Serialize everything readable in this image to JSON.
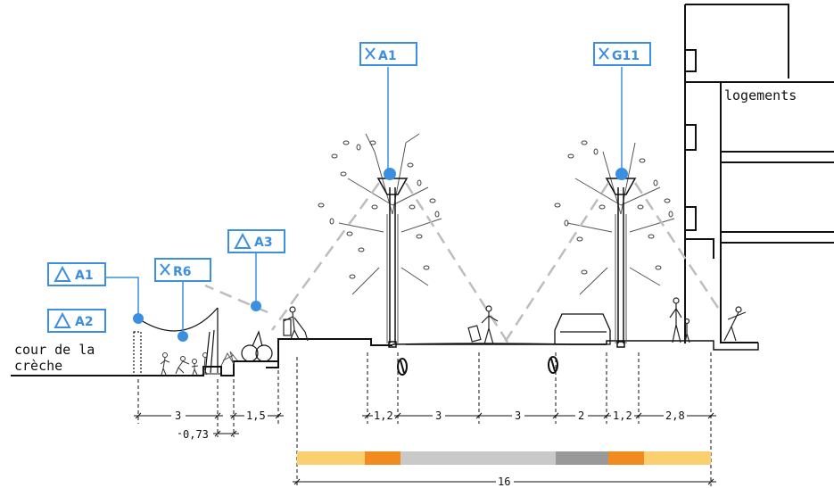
{
  "colors": {
    "accent": "#3b8fe0",
    "segment_yellow": "#f9cf6f",
    "segment_orange": "#f18a1f",
    "segment_grey_light": "#c9c9c9",
    "segment_grey_dark": "#999999"
  },
  "labels": {
    "courtyard": [
      "cour de la",
      "crèche"
    ],
    "housing": "logements"
  },
  "markers": [
    {
      "id": "A1_left",
      "symbol": "triangle",
      "text": "A1"
    },
    {
      "id": "A2",
      "symbol": "triangle",
      "text": "A2"
    },
    {
      "id": "R6",
      "symbol": "cross",
      "text": "R6"
    },
    {
      "id": "A3",
      "symbol": "triangle",
      "text": "A3"
    },
    {
      "id": "A1_top",
      "symbol": "cross",
      "text": "A1"
    },
    {
      "id": "G11",
      "symbol": "cross",
      "text": "G11"
    }
  ],
  "dimensions": {
    "left": [
      "3",
      "0,73",
      "1,5"
    ],
    "right": [
      "1,2",
      "3",
      "3",
      "2",
      "1,2",
      "2,8"
    ],
    "total": "16"
  },
  "profile_bar": [
    "yellow",
    "orange",
    "grey_light",
    "grey_light",
    "grey_dark",
    "orange",
    "yellow"
  ]
}
